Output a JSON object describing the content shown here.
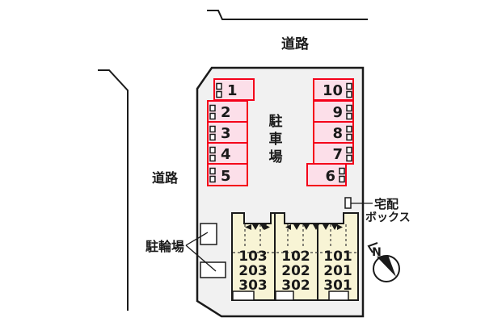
{
  "colors": {
    "site_fill": "#f1f1f1",
    "outline": "#1a1a1a",
    "parking_fill": "#fcdfe9",
    "parking_border": "#f40019",
    "building_fill": "#f8f4d5",
    "white": "#ffffff"
  },
  "roads": {
    "top_label": "道路",
    "left_label": "道路"
  },
  "parking": {
    "area_label_chars": [
      "駐",
      "車",
      "場"
    ],
    "left_spaces": [
      "1",
      "2",
      "3",
      "4",
      "5"
    ],
    "right_spaces": [
      "10",
      "9",
      "8",
      "7",
      "6"
    ]
  },
  "building": {
    "units": [
      {
        "rooms": [
          "103",
          "203",
          "303"
        ]
      },
      {
        "rooms": [
          "102",
          "202",
          "302"
        ]
      },
      {
        "rooms": [
          "101",
          "201",
          "301"
        ]
      }
    ]
  },
  "bicycle_parking": {
    "label": "駐輪場"
  },
  "delivery_box": {
    "label_line1": "宅配",
    "label_line2": "ボックス"
  },
  "compass": {
    "north_label": "N"
  }
}
